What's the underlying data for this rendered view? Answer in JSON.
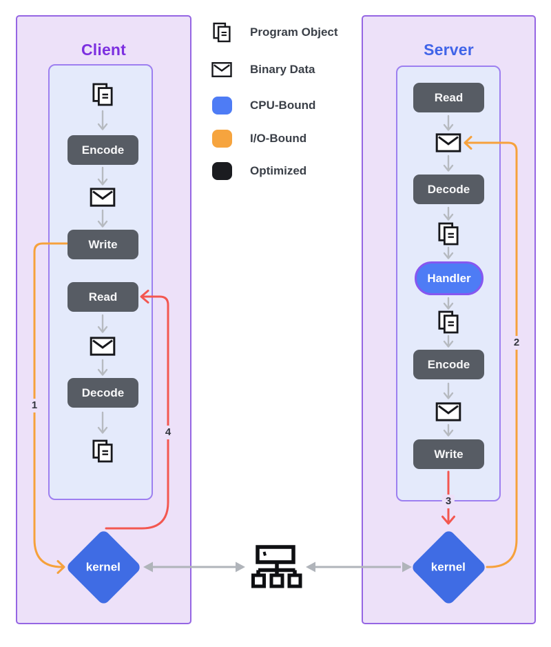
{
  "client": {
    "title": "Client",
    "steps": {
      "encode": "Encode",
      "write": "Write",
      "read": "Read",
      "decode": "Decode"
    },
    "kernel_label": "kernel"
  },
  "server": {
    "title": "Server",
    "steps": {
      "read": "Read",
      "decode": "Decode",
      "handler": "Handler",
      "encode": "Encode",
      "write": "Write"
    },
    "kernel_label": "kernel"
  },
  "legend": {
    "items": [
      {
        "icon": "program-object-icon",
        "label": "Program Object"
      },
      {
        "icon": "binary-data-icon",
        "label": "Binary Data"
      },
      {
        "icon": "cpu-bound-swatch",
        "label": "CPU-Bound",
        "color": "#4e7cf5"
      },
      {
        "icon": "io-bound-swatch",
        "label": "I/O-Bound",
        "color": "#f6a43e"
      },
      {
        "icon": "optimized-swatch",
        "label": "Optimized",
        "color": "#1b1c20"
      }
    ]
  },
  "edge_labels": {
    "e1": "1",
    "e2": "2",
    "e3": "3",
    "e4": "4"
  },
  "icons": {
    "center": "network-switch-icon",
    "flow_document": "program-object-icon",
    "flow_envelope": "binary-data-icon"
  },
  "colors": {
    "client_accent": "#7c2fe0",
    "server_accent": "#4064e8",
    "panel_fill": "#ede1f9",
    "panel_border": "#9565e3",
    "lane_fill": "#e4eafb",
    "lane_border": "#9d7ff0",
    "process_fill": "#575c64",
    "handler_fill": "#4e7cf5",
    "handler_border": "#8657f0",
    "kernel_fill": "#3f6ce4",
    "io_edge_orange": "#f6a13c",
    "cpu_edge_red": "#f35750",
    "flow_arrow_gray": "#b6bac0",
    "kernel_arrow_gray": "#b0b4ba"
  }
}
